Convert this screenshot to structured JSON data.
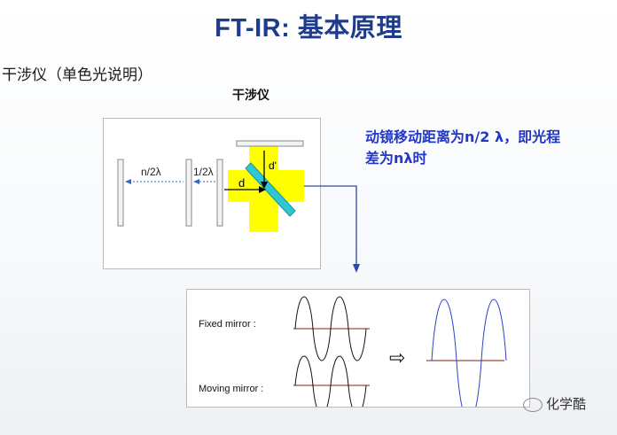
{
  "title": "FT-IR: 基本原理",
  "subtitle": "干涉仪（单色光说明）",
  "diagram_label": "干涉仪",
  "note_line1": "动镜移动距离为n/2 λ，即光程",
  "note_line2": "差为nλ时",
  "interferometer": {
    "label_n2": "n/2λ",
    "label_half": "1/2λ",
    "label_d": "d",
    "label_dprime": "d'"
  },
  "waves": {
    "fixed_label": "Fixed mirror :",
    "moving_label": "Moving mirror :",
    "arrow": "⇨"
  },
  "watermark": "化学酷",
  "colors": {
    "title": "#1f3b8c",
    "note": "#2237c8",
    "beam_yellow": "#ffff00",
    "splitter": "#2ec8d4",
    "arrow_blue": "#2a4aa8",
    "result_wave": "#2f3fd0"
  }
}
